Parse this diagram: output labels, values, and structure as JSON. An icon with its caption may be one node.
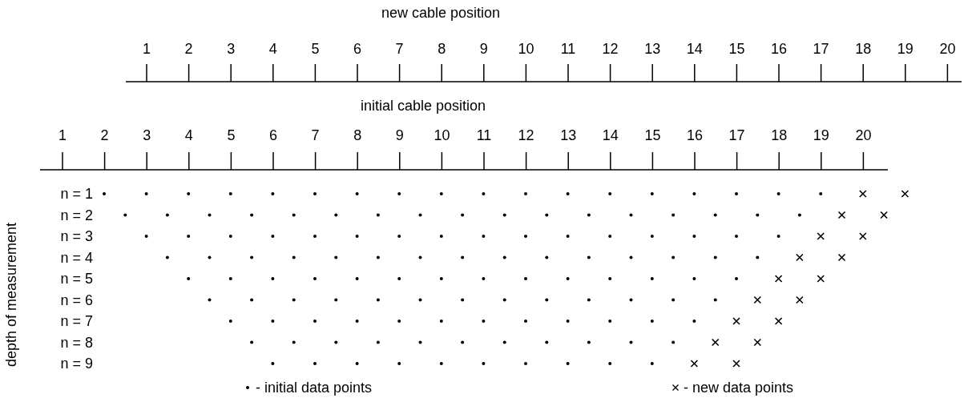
{
  "diagram": {
    "labels": [
      "new cable position",
      "1",
      "2",
      "3",
      "4",
      "5",
      "6",
      "7",
      "8",
      "9",
      "10",
      "11",
      "12",
      "13",
      "14",
      "15",
      "16",
      "17",
      "18",
      "19",
      "20",
      "initial cable position",
      "1",
      "2",
      "3",
      "4",
      "5",
      "6",
      "7",
      "8",
      "9",
      "10",
      "11",
      "12",
      "13",
      "14",
      "15",
      "16",
      "17",
      "18",
      "19",
      "20",
      "n = 1",
      "n = 2",
      "n = 3",
      "n = 4",
      "n = 5",
      "n = 6",
      "n = 7",
      "n = 8",
      "n = 9",
      "depth of measurement"
    ],
    "legend": [
      {
        "text": "- initial data points"
      },
      {
        "text": "- new data points"
      }
    ]
  }
}
